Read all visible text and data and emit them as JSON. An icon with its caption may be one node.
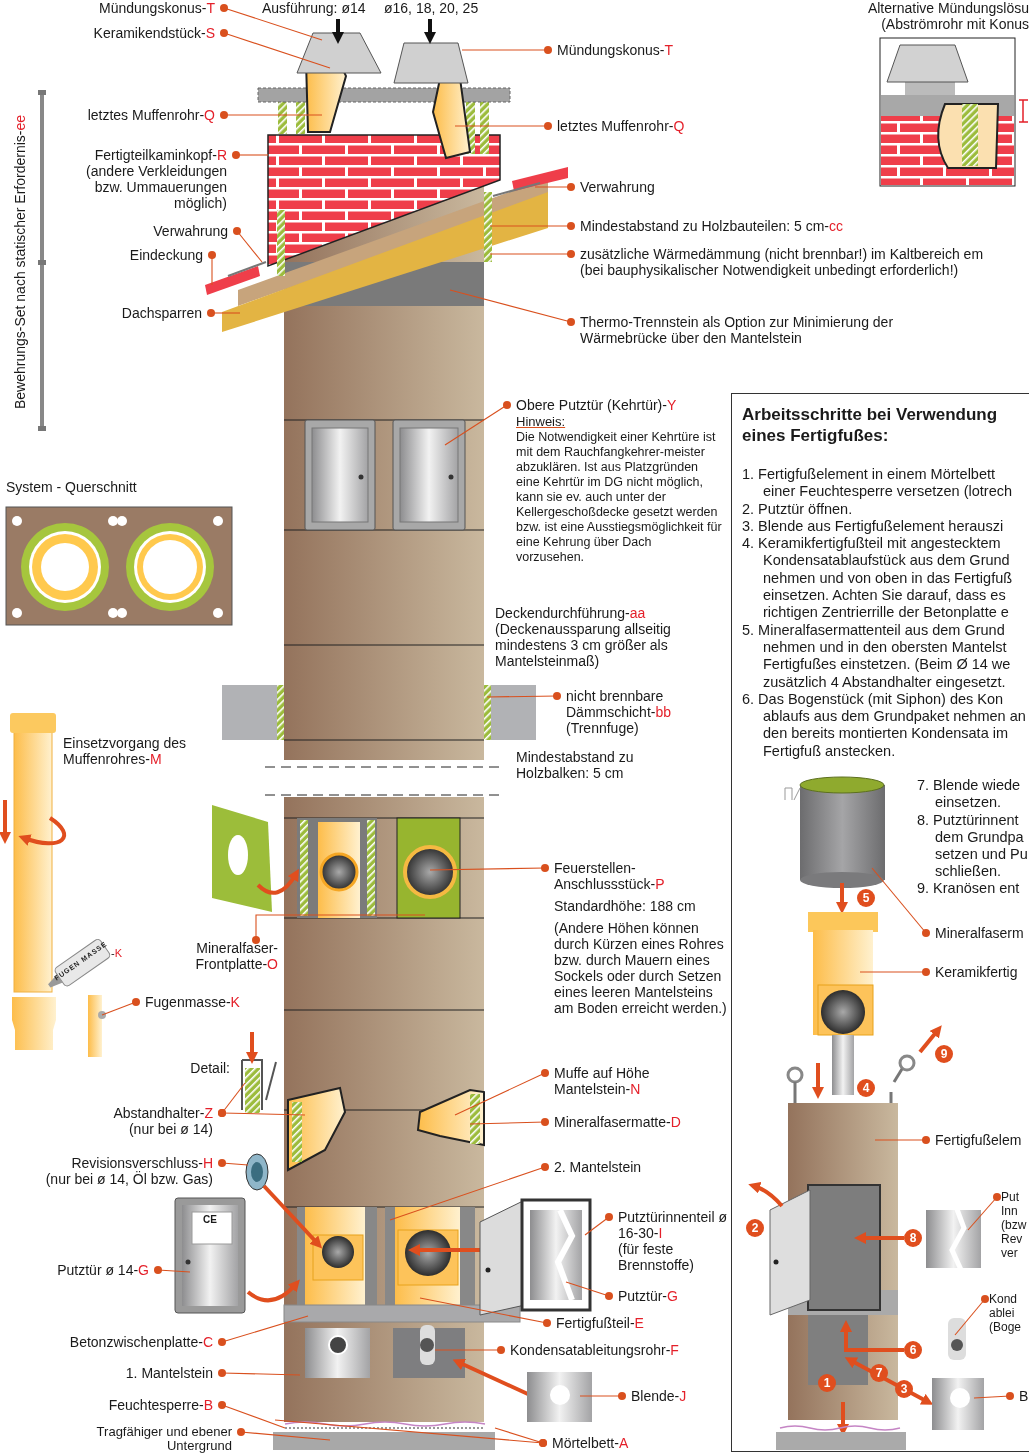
{
  "diagram": {
    "nodes": [
      {
        "text": [
          "Mündungskonus-T"
        ]
      },
      {
        "text": [
          "Keramikendstück-S"
        ]
      },
      {
        "text": [
          "letztes Muffenrohr-Q"
        ]
      },
      {
        "text": [
          "Fertigteilkaminkopf-R",
          "(andere Verkleidungen bzw. Ummauerungen möglich)"
        ]
      },
      {
        "text": [
          "Verwahrung"
        ]
      },
      {
        "text": [
          "Eindeckung"
        ]
      },
      {
        "text": [
          "Dachsparren"
        ]
      },
      {
        "text": [
          "Mündungskonus-T"
        ]
      },
      {
        "text": [
          "letztes Muffenrohr-Q"
        ]
      },
      {
        "text": [
          "Verwahrung"
        ]
      },
      {
        "text": [
          "Mindestabstand zu Holzbauteilen: 5 cm-cc"
        ]
      },
      {
        "text": [
          "zusätzliche Wärmedämmung (nicht brennbar!) im Kaltbereich em",
          "(bei bauphysikalischer Notwendigkeit unbedingt erforderlich!)"
        ]
      },
      {
        "text": [
          "Thermo-Trennstein als Option zur Minimierung der Wärmebrücke über den Mantelstein"
        ]
      },
      {
        "text": [
          "Obere Putztür (Kehrtür)-Y",
          "Hinweis:",
          "Die Notwendigkeit einer Kehrtüre ist mit dem Rauchfangkehrer-meister abzuklären. Ist aus Platzgründen eine Kehrtür im DG nicht möglich, kann sie ev. auch unter der Kellergeschoßdecke gesetzt werden bzw. ist eine Ausstiegsmöglichkeit für eine Kehrung über Dach vorzusehen."
        ]
      },
      {
        "text": [
          "nicht brennbare Dämmschicht-bb",
          "(Trennfuge)"
        ]
      },
      {
        "text": [
          "Feuerstellen-Anschlussstück-P"
        ]
      },
      {
        "text": [
          "Mineralfaser-Frontplatte-O"
        ]
      },
      {
        "text": [
          "Fugenmasse-K"
        ]
      },
      {
        "text": [
          "Abstandhalter-Z",
          "(nur bei ø 14)"
        ]
      },
      {
        "text": [
          "Revisionsverschluss-H",
          "(nur bei ø 14, Öl bzw. Gas)"
        ]
      },
      {
        "text": [
          "Putztür ø 14-G"
        ]
      },
      {
        "text": [
          "Betonzwischenplatte-C"
        ]
      },
      {
        "text": [
          "1. Mantelstein"
        ]
      },
      {
        "text": [
          "Feuchtesperre-B"
        ]
      },
      {
        "text": [
          "Tragfähiger und ebener Untergrund"
        ]
      },
      {
        "text": [
          "Muffe auf Höhe Mantelstein-N"
        ]
      },
      {
        "text": [
          "Mineralfasermatte-D"
        ]
      },
      {
        "text": [
          "2. Mantelstein"
        ]
      },
      {
        "text": [
          "Putztürinnenteil ø 16-30-I",
          "(für feste Brennstoffe)"
        ]
      },
      {
        "text": [
          "Putztür-G"
        ]
      },
      {
        "text": [
          "Fertigfußteil-E"
        ]
      },
      {
        "text": [
          "Kondensatableitungsrohr-F"
        ]
      },
      {
        "text": [
          "Blende-J"
        ]
      },
      {
        "text": [
          "Mörtelbett-A"
        ]
      },
      {
        "text": [
          "Arbeitsschritte bei Verwendung eines Fertigfußes:",
          "1. Fertigfußelement in einem Mörtelbett einer Feuchtesperre versetzen (lotrech",
          "2. Putztür öffnen.",
          "3. Blende aus Fertigfußelement herauszi",
          "4. Keramikfertigfußteil mit angestecktem Kondensatablaufstück aus dem Grund nehmen und von oben in das Fertigfuß einsetzen. Achten Sie darauf, dass es richtigen Zentrierrille der Betonplatte e",
          "5. Mineralfasermattenteil aus dem Grund nehmen und in den obersten Mantelst Fertigfußes einstetzen. (Beim Ø 14 we zusätzlich 4 Abstandhalter eingesetzt.",
          "6. Das Bogenstück (mit Siphon) des Kon ablaufs aus dem Grundpaket nehmen an den bereits montierten Kondensata im Fertigfuß anstecken."
        ]
      },
      {
        "text": [
          "Mineralfaserm"
        ],
        "in": 34
      },
      {
        "text": [
          "Keramikfertig"
        ],
        "in": 34
      },
      {
        "text": [
          "Fertigfußelem"
        ],
        "in": 34
      },
      {
        "text": [
          "Put Inn (bzw Rev ver"
        ],
        "in": 34
      },
      {
        "text": [
          "Kond ablei (Boge"
        ],
        "in": 34
      },
      {
        "text": [
          "B"
        ],
        "in": 34
      }
    ],
    "edges": [
      {
        "from": 0,
        "to": null,
        "arrow": "other"
      },
      {
        "from": 1,
        "to": null,
        "arrow": "other"
      },
      {
        "from": 2,
        "to": null,
        "arrow": "other"
      },
      {
        "from": 3,
        "to": null,
        "arrow": "other"
      },
      {
        "from": 4,
        "to": null,
        "arrow": "other"
      },
      {
        "from": 5,
        "to": null,
        "arrow": "other"
      },
      {
        "from": 6,
        "to": null,
        "arrow": "other"
      },
      {
        "from": 7,
        "to": null,
        "arrow": "other"
      },
      {
        "from": 8,
        "to": null,
        "arrow": "other"
      },
      {
        "from": 9,
        "to": null,
        "arrow": "other"
      },
      {
        "from": 10,
        "to": null,
        "arrow": "other"
      },
      {
        "from": 11,
        "to": null,
        "arrow": "other"
      },
      {
        "from": 12,
        "to": null,
        "arrow": "other"
      },
      {
        "from": 13,
        "to": null,
        "arrow": "other"
      },
      {
        "from": 14,
        "to": null,
        "arrow": "other"
      },
      {
        "from": 15,
        "to": null,
        "arrow": "other"
      },
      {
        "from": 16,
        "to": null,
        "arrow": "other"
      },
      {
        "from": 17,
        "to": null,
        "arrow": "other"
      },
      {
        "from": 18,
        "to": null,
        "arrow": "other"
      },
      {
        "from": 18,
        "to": null,
        "arrow": "other"
      },
      {
        "from": 19,
        "to": null,
        "arrow": "other"
      },
      {
        "from": 20,
        "to": null,
        "arrow": "other"
      },
      {
        "from": 21,
        "to": null,
        "arrow": "other"
      },
      {
        "from": 22,
        "to": null,
        "arrow": "other"
      },
      {
        "from": 23,
        "to": null,
        "arrow": "other"
      },
      {
        "from": 24,
        "to": null,
        "arrow": "other"
      },
      {
        "from": 25,
        "to": null,
        "arrow": "other"
      },
      {
        "from": 26,
        "to": null,
        "arrow": "other"
      },
      {
        "from": 27,
        "to": null,
        "arrow": "other"
      },
      {
        "from": 28,
        "to": null,
        "arrow": "other"
      },
      {
        "from": 29,
        "to": null,
        "arrow": "other"
      },
      {
        "from": 30,
        "to": null,
        "arrow": "other"
      },
      {
        "from": 31,
        "to": null,
        "arrow": "other"
      },
      {
        "from": 32,
        "to": null,
        "arrow": "other"
      },
      {
        "from": 33,
        "to": null,
        "arrow": "other"
      },
      {
        "from": 33,
        "to": null,
        "arrow": "other"
      },
      {
        "from": 35,
        "to": null,
        "arrow": "other"
      },
      {
        "from": 36,
        "to": null,
        "arrow": "other"
      },
      {
        "from": 37,
        "to": null,
        "arrow": "other"
      },
      {
        "from": 38,
        "to": null,
        "arrow": "other"
      },
      {
        "from": 39,
        "to": null,
        "arrow": "other"
      },
      {
        "from": 40,
        "to": null,
        "arrow": "other"
      }
    ],
    "labels": [
      "Ausführung: ø14",
      "ø16, 18, 20, 25",
      "Alternative Mündungslösu",
      "(Abströmrohr mit Konus",
      "Bewehrungs-Set nach statischer Erfordernis-ee",
      "System - Querschnitt",
      "Deckendurchführung-aa",
      "(Deckenaussparung allseitig mindestens 3 cm größer als Mantelsteinmaß)",
      "Mindestabstand zu Holzbalken: 5 cm",
      "Einsetzvorgang des Muffenrohres-M",
      "FUGEN MASSE",
      "-K",
      "Standardhöhe: 188 cm",
      "(Andere Höhen können durch Kürzen eines Rohres bzw. durch Mauern eines Sockels oder durch Setzen eines leeren Mantelsteins am Boden erreicht werden.)",
      "Detail:",
      "CE",
      "7. Blende wiede einsetzen.",
      "8. Putztürinnent dem Grundpa setzen und Pu schließen.",
      "9. Kranösen ent",
      "5",
      "9",
      "4",
      "2",
      "8",
      "6",
      "7",
      "3",
      "1"
    ]
  }
}
